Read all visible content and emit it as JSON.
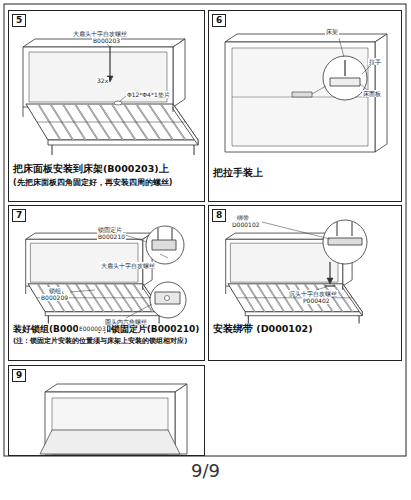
{
  "diagram": {
    "nodes": [
      {
        "text": [
          "5",
          "把床面板安装到床架(B000203)上",
          "(先把床面板四角固定好，再安装四周的螺丝)"
        ]
      },
      {
        "text": [
          "6",
          "把拉手装上"
        ]
      },
      {
        "text": [
          "7",
          "装好锁组(B000209)和锁固定片(B000210)",
          "(注：锁固定片安装的位置须与床架上安装的锁组相对应)"
        ]
      },
      {
        "text": [
          "8",
          "安装绑带 (D000102)"
        ]
      },
      {
        "text": [
          "9"
        ]
      }
    ],
    "edges": [],
    "labels": [
      "大扁头十字自攻螺丝",
      "B000203",
      "32x",
      "Φ12*Φ4*1垫片",
      "床架",
      "拉手",
      "床面板",
      "锁固定片",
      "B000210",
      "大扁头十字自攻螺丝",
      "锁组",
      "B000209",
      "圆头内六角螺丝",
      "E000003",
      "绑带",
      "D000102",
      "沉头十字自攻螺丝",
      "P000402",
      "9/9"
    ]
  }
}
